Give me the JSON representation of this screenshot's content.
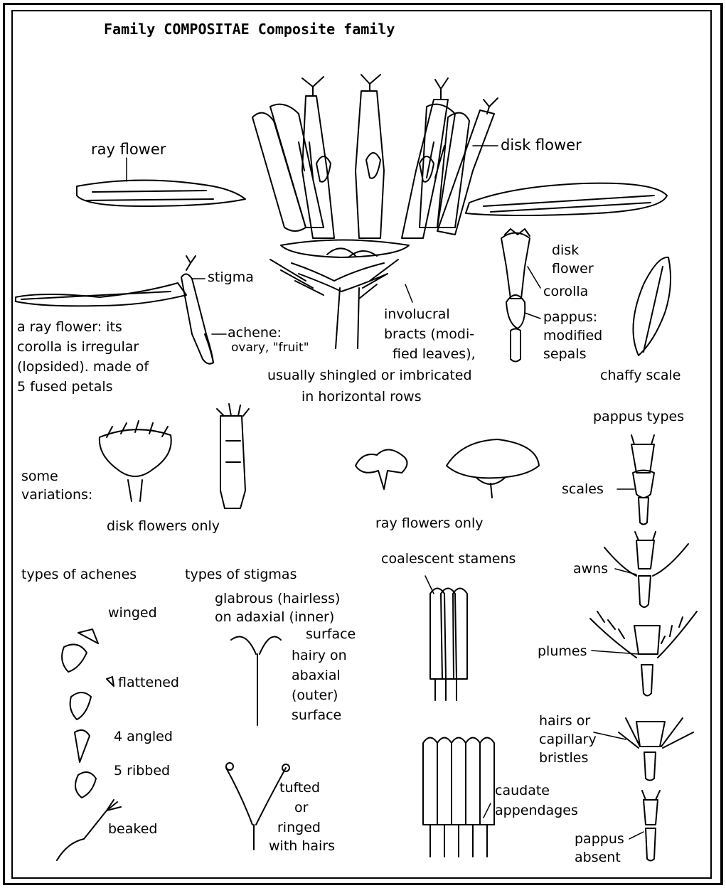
{
  "title": "Family COMPOSITAE  Composite family",
  "labels": {
    "ray_flower": "ray flower",
    "disk_flower": "disk flower",
    "stigma": "stigma",
    "achene": "achene:",
    "ovary_fruit": "ovary, \"fruit\"",
    "ray_flower_desc": [
      "a ray flower:  its",
      "corolla is irregular",
      "(lopsided).  made of",
      "5 fused petals"
    ],
    "involucral": [
      "involucral",
      "bracts (modi-",
      "fied leaves),"
    ],
    "shingled": [
      "usually shingled or imbricated",
      "in horizontal  rows"
    ],
    "disk_flower_detail": [
      "disk",
      "flower"
    ],
    "corolla": "corolla",
    "pappus_modified": [
      "pappus:",
      "modified",
      "sepals"
    ],
    "chaffy_scale": "chaffy scale",
    "pappus_types": "pappus types",
    "some_variations": [
      "some",
      "variations:"
    ],
    "disk_flowers_only": "disk  flowers only",
    "ray_flowers_only": "ray  flowers only",
    "scales": "scales",
    "awns": "awns",
    "types_of_achenes": "types of achenes",
    "types_of_stigmas": "types of stigmas",
    "coalescent_stamens": "coalescent  stamens",
    "glabrous": [
      "glabrous (hairless)",
      "on adaxial (inner)"
    ],
    "surface1": "surface",
    "hairy": [
      "hairy on",
      "abaxial",
      "(outer)",
      "surface"
    ],
    "winged": "winged",
    "flattened": "flattened",
    "four_angled": "4  angled",
    "five_ribbed": "5 ribbed",
    "beaked": "beaked",
    "tufted": [
      "tufted",
      "or",
      "ringed",
      "with hairs"
    ],
    "plumes": "plumes",
    "hairs": [
      "hairs or",
      "capillary",
      "bristles"
    ],
    "caudate": [
      "caudate",
      "appendages"
    ],
    "pappus_absent": [
      "pappus",
      "absent"
    ]
  }
}
